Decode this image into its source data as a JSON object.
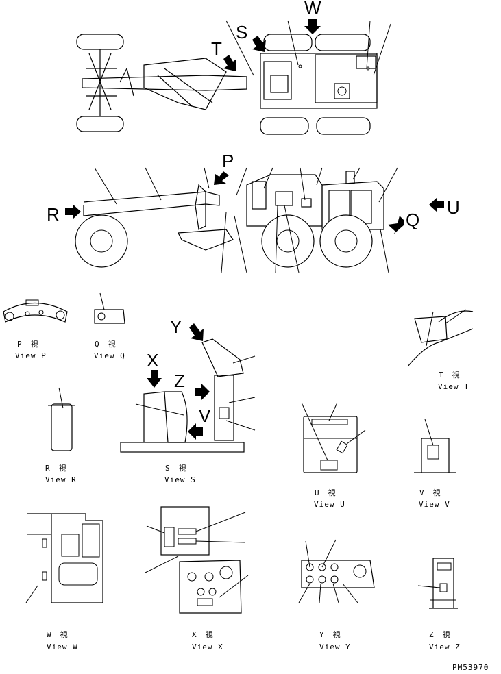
{
  "callouts": [
    "W",
    "S",
    "T",
    "P",
    "R",
    "U",
    "Q",
    "X",
    "Z",
    "Y",
    "V"
  ],
  "views": [
    {
      "id": "p",
      "jp": "P　視",
      "en": "View P"
    },
    {
      "id": "q",
      "jp": "Q　視",
      "en": "View Q"
    },
    {
      "id": "t",
      "jp": "T　視",
      "en": "View T"
    },
    {
      "id": "r",
      "jp": "R　視",
      "en": "View R"
    },
    {
      "id": "s",
      "jp": "S　視",
      "en": "View S"
    },
    {
      "id": "u",
      "jp": "U　視",
      "en": "View U"
    },
    {
      "id": "v",
      "jp": "V　視",
      "en": "View V"
    },
    {
      "id": "w",
      "jp": "W　視",
      "en": "View W"
    },
    {
      "id": "x",
      "jp": "X　視",
      "en": "View X"
    },
    {
      "id": "y",
      "jp": "Y　視",
      "en": "View Y"
    },
    {
      "id": "z",
      "jp": "Z　視",
      "en": "View Z"
    }
  ],
  "drawing_number": "PM53970"
}
